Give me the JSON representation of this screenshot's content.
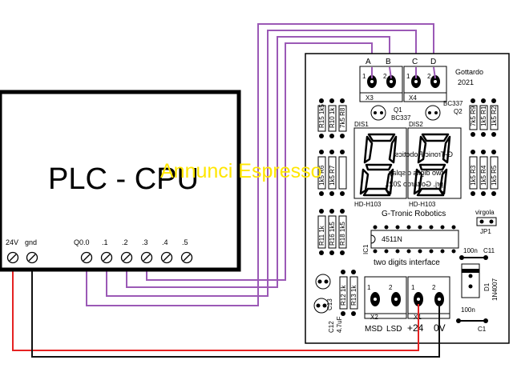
{
  "plc": {
    "title": "PLC - CPU",
    "terminals": [
      "24V",
      "gnd",
      "Q0.0",
      ".1",
      ".2",
      ".3",
      ".4",
      ".5"
    ]
  },
  "board": {
    "author": "Gottardo",
    "year": "2021",
    "brand": "G-Tronic Robotics",
    "subtitle": "two digits interface",
    "chip": "4511N",
    "ic_label": "IC1",
    "connectors": {
      "input_pins": [
        "A",
        "B",
        "C",
        "D"
      ],
      "x3": "X3",
      "x4": "X4",
      "x1": "X1",
      "x2": "X2",
      "pin1": "1",
      "pin2": "2",
      "msd": "MSD",
      "lsd": "LSD",
      "plus24": "+24",
      "zero_v": "0V"
    },
    "transistors": {
      "q1": "Q1",
      "q1_type": "BC337",
      "q2": "Q2",
      "q2_type": "BC337"
    },
    "displays": {
      "dis1": "DIS1",
      "dis2": "DIS2",
      "type1": "HD-H103",
      "type2": "HD-H103",
      "mirror_brand": "G-Tronic Robotics",
      "mirror_line2": "two digits display",
      "mirror_line3": "prj. Gottardo 2021"
    },
    "resistors": {
      "r15": "R15",
      "r15_val": "1k5",
      "r10": "R10",
      "r10_val": "1k",
      "r8": "R8",
      "r8_val": "7k5",
      "r9": "R9",
      "r9_val": "7k5",
      "r1": "R1",
      "r1_val": "1k5",
      "r2": "R2",
      "r2_val": "1k5",
      "r3": "R3",
      "r3_val": "1k5",
      "r4": "R4",
      "r4_val": "1k5",
      "r5": "R5",
      "r5_val": "1k5",
      "r6": "R6",
      "r6_val": "1k5",
      "r7": "R7",
      "r7_val": "1k5",
      "r11": "R11",
      "r11_val": "1k",
      "r16": "R16",
      "r16_val": "1k5",
      "r18": "R18",
      "r18_val": "1k5",
      "r12": "R12",
      "r12_val": "1k",
      "r13": "R13",
      "r13_val": "1k"
    },
    "jumper": {
      "label": "JP1",
      "name": "virgola"
    },
    "caps": {
      "c11": "C11",
      "c11_val": "100n",
      "c1": "C1",
      "c1_val": "100n",
      "c12": "C12",
      "c12_val": "4.7uF",
      "c13": "C13"
    },
    "diode": {
      "label": "D1",
      "type": "1N4007"
    }
  },
  "watermark": "Annunci Espresso",
  "colors": {
    "control_wire": "#9b59b6",
    "power_wire": "#e52222",
    "ground_wire": "#111111"
  }
}
